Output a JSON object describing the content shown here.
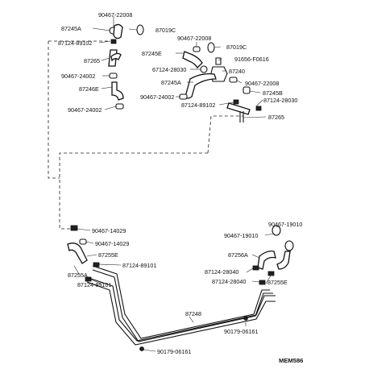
{
  "diagram": {
    "labels": [
      "90467-22008",
      "87245A",
      "87019C",
      "87124-89102",
      "87265",
      "90467-24002",
      "87246E",
      "90467-24002",
      "90467-22008",
      "87019C",
      "87245E",
      "91656-F0616",
      "67124-28030",
      "87240",
      "87245A",
      "90467-22008",
      "90467-24002",
      "87245B",
      "87124-89102",
      "87124-28030",
      "87265",
      "90467-14029",
      "90467-14029",
      "87255E",
      "87124-89101",
      "87255A",
      "87124-89101",
      "90467-19010",
      "90467-19010",
      "87256A",
      "87124-28040",
      "87124-28040",
      "87255E",
      "87248",
      "90179-06161",
      "90179-06161"
    ],
    "figure_code": "MEM586"
  }
}
